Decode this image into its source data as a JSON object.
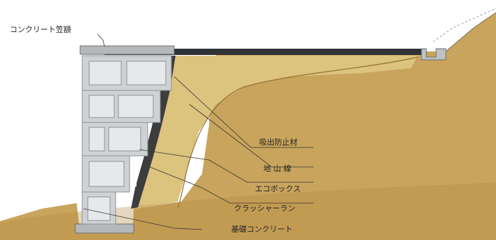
{
  "labels": {
    "concrete_cap": "コンクリート笠額",
    "outflow_prevention": "吸出防止材",
    "ground_line": "地 山 線",
    "ecobox": "エコボックス",
    "crusher_run": "クラッシャーラン",
    "foundation_concrete": "基礎コンクリート"
  },
  "colors": {
    "earth": "#c9a45c",
    "earth_dark": "#b58d42",
    "crusher_run": "#dcc37e",
    "drain_material": "#3d3d3d",
    "block": "#cfd2d4",
    "block_edge": "#8d9194",
    "block_face": "#e6e8ea",
    "concrete": "#b5b8bb",
    "road": "#2e3136"
  }
}
